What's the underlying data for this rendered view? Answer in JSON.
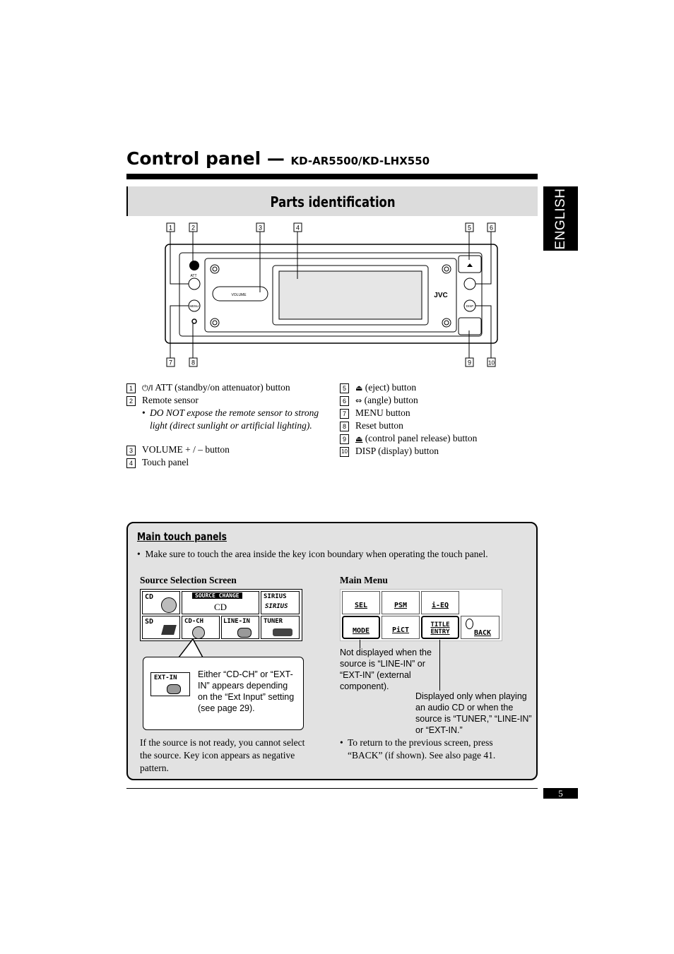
{
  "header": {
    "title": "Control panel — ",
    "model": "KD-AR5500/KD-LHX550",
    "section": "Parts identification",
    "language_tab": "ENGLISH"
  },
  "diagram": {
    "callouts": [
      "1",
      "2",
      "3",
      "4",
      "5",
      "6",
      "7",
      "8",
      "9",
      "10"
    ],
    "att_label": "ATT",
    "volume_label": "VOLUME",
    "menu_label": "MENU",
    "disp_label": "DISP",
    "brand": "JVC"
  },
  "parts": {
    "left": [
      {
        "num": "1",
        "symbol": "⏻/I",
        "text": "ATT (standby/on attenuator) button"
      },
      {
        "num": "2",
        "text": "Remote sensor"
      },
      {
        "note_bullet": "•",
        "note": "DO NOT expose the remote sensor to strong light (direct sunlight or artificial lighting)."
      },
      {
        "num": "3",
        "text": "VOLUME + / – button"
      },
      {
        "num": "4",
        "text": "Touch panel"
      }
    ],
    "right": [
      {
        "num": "5",
        "symbol": "⏏",
        "text": "(eject) button"
      },
      {
        "num": "6",
        "symbol": "⇔",
        "text": "(angle) button"
      },
      {
        "num": "7",
        "text": "MENU button"
      },
      {
        "num": "8",
        "text": "Reset button"
      },
      {
        "num": "9",
        "symbol": "⏏",
        "text": "(control panel release) button"
      },
      {
        "num": "10",
        "text": "DISP (display) button"
      }
    ]
  },
  "touch_panels": {
    "heading": "Main touch panels",
    "bullet": "•",
    "intro": "Make sure to touch the area inside the key icon boundary when operating the touch panel.",
    "source_screen": {
      "title": "Source Selection Screen",
      "keys": [
        "CD",
        "SOURCE CHANGE",
        "CD",
        "SIRIUS",
        "SIRIUS",
        "SD",
        "CD-CH",
        "LINE-IN",
        "TUNER"
      ],
      "ext_in_key": "EXT-IN",
      "callout": "Either “CD-CH” or “EXT-IN” appears depending on the “Ext Input” setting (see page 29).",
      "note": "If the source is not ready, you cannot select the source. Key icon appears as negative pattern."
    },
    "main_menu": {
      "title": "Main Menu",
      "keys": [
        "SEL",
        "PSM",
        "i-EQ",
        "MODE",
        "PiCT",
        "TITLE ENTRY",
        "BACK"
      ],
      "note1": "Not displayed when the source is “LINE-IN” or “EXT-IN” (external component).",
      "note2": "Displayed only when playing an audio CD or when the source is “TUNER,” “LINE-IN” or “EXT-IN.”",
      "bullet": "•",
      "tip": "To return to the previous screen, press “BACK” (if shown). See also page 41."
    }
  },
  "footer": {
    "page": "5"
  }
}
